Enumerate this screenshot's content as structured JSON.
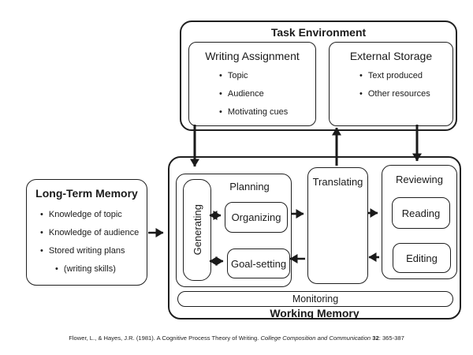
{
  "colors": {
    "line": "#1a1a1a",
    "text": "#1a1a1a",
    "background": "#ffffff"
  },
  "task_environment": {
    "title": "Task Environment",
    "writing_assignment": {
      "title": "Writing Assignment",
      "bullets": [
        "Topic",
        "Audience",
        "Motivating cues"
      ]
    },
    "external_storage": {
      "title": "External Storage",
      "bullets": [
        "Text produced",
        "Other resources"
      ]
    }
  },
  "long_term_memory": {
    "title": "Long-Term Memory",
    "bullets": [
      "Knowledge of topic",
      "Knowledge of audience",
      "Stored writing plans"
    ],
    "sub_bullet": "(writing skills)"
  },
  "working_memory": {
    "title": "Working Memory",
    "planning": {
      "title": "Planning",
      "generating": "Generating",
      "organizing": "Organizing",
      "goal_setting": "Goal-setting"
    },
    "translating": "Translating",
    "reviewing": {
      "title": "Reviewing",
      "reading": "Reading",
      "editing": "Editing"
    },
    "monitoring": "Monitoring"
  },
  "caption": {
    "pre": "Flower, L., & Hayes, J.R. (1981). A Cognitive Process Theory of Writing. ",
    "journal": "College Composition and Communication",
    "volume": " 32",
    "pages": ": 365-387"
  },
  "arrows": [
    {
      "from": "writing-assignment",
      "to": "planning",
      "direction": "down"
    },
    {
      "from": "translating",
      "to": "external-storage",
      "direction": "up"
    },
    {
      "from": "external-storage",
      "to": "reviewing",
      "direction": "down"
    },
    {
      "from": "long-term-memory",
      "to": "working-memory",
      "direction": "right"
    },
    {
      "from": "generating",
      "to": "organizing",
      "direction": "both"
    },
    {
      "from": "generating",
      "to": "goal-setting",
      "direction": "both"
    },
    {
      "from": "planning",
      "to": "translating",
      "direction": "right"
    },
    {
      "from": "translating",
      "to": "reviewing",
      "direction": "right"
    },
    {
      "from": "translating",
      "to": "goal-setting",
      "direction": "left"
    },
    {
      "from": "reviewing",
      "to": "translating",
      "direction": "left"
    }
  ]
}
